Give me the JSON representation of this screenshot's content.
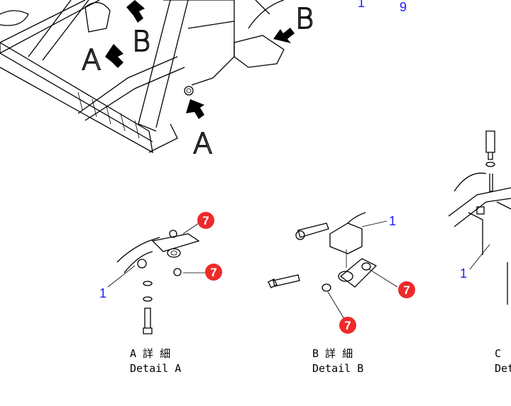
{
  "main_view": {
    "labels": [
      "B",
      "A",
      "B",
      "A"
    ],
    "top_refs": [
      "1",
      "9"
    ]
  },
  "detail_a": {
    "caption_jp": "A 詳 細",
    "caption_en": "Detail A",
    "refs": {
      "part_1": "1",
      "part_7a": "7",
      "part_7b": "7"
    }
  },
  "detail_b": {
    "caption_jp": "B 詳 細",
    "caption_en": "Detail B",
    "refs": {
      "part_1": "1",
      "part_7a": "7",
      "part_7b": "7"
    }
  },
  "detail_c": {
    "caption_jp": "C",
    "caption_en": "Det",
    "refs": {
      "part_1": "1"
    }
  },
  "colors": {
    "callout_red": "#ee2a2a",
    "ref_blue": "#1a1aff"
  }
}
